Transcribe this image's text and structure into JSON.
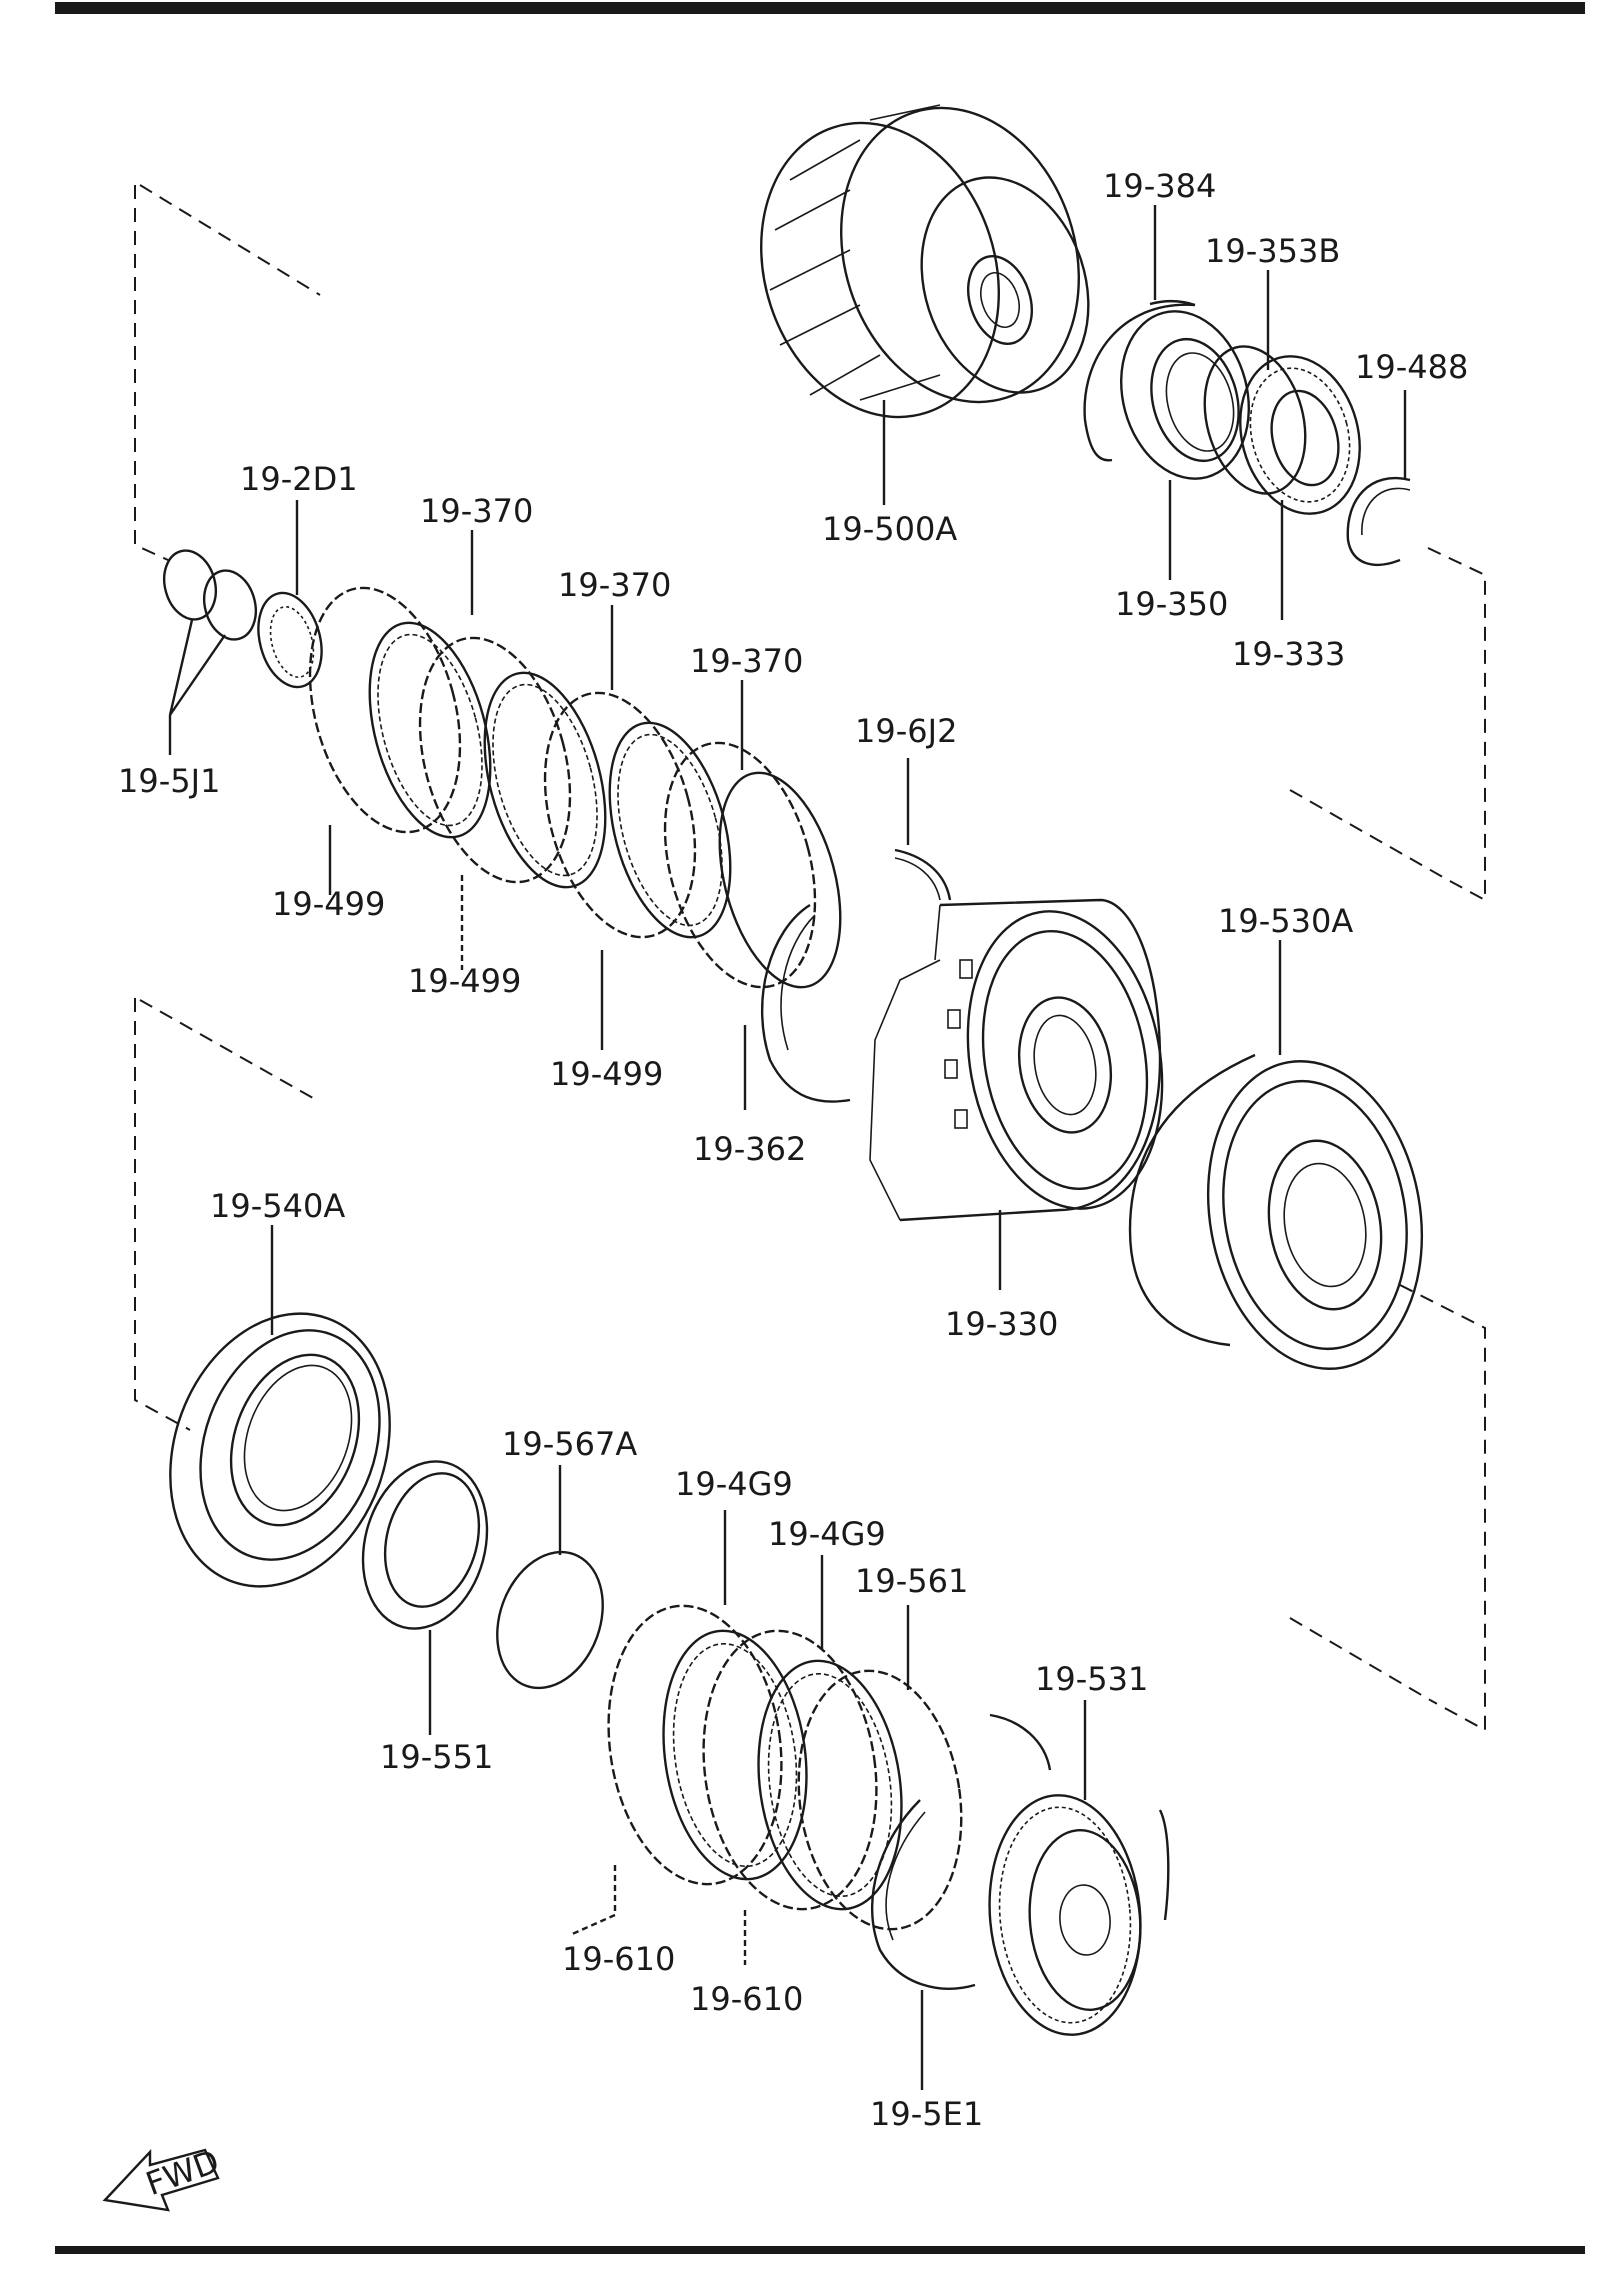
{
  "callouts": [
    {
      "id": "19-500A",
      "text": "19-500A"
    },
    {
      "id": "19-384",
      "text": "19-384"
    },
    {
      "id": "19-353B",
      "text": "19-353B"
    },
    {
      "id": "19-488",
      "text": "19-488"
    },
    {
      "id": "19-350",
      "text": "19-350"
    },
    {
      "id": "19-333",
      "text": "19-333"
    },
    {
      "id": "19-2D1",
      "text": "19-2D1"
    },
    {
      "id": "19-370a",
      "text": "19-370"
    },
    {
      "id": "19-370b",
      "text": "19-370"
    },
    {
      "id": "19-370c",
      "text": "19-370"
    },
    {
      "id": "19-6J2",
      "text": "19-6J2"
    },
    {
      "id": "19-5J1",
      "text": "19-5J1"
    },
    {
      "id": "19-499a",
      "text": "19-499"
    },
    {
      "id": "19-499b",
      "text": "19-499"
    },
    {
      "id": "19-499c",
      "text": "19-499"
    },
    {
      "id": "19-362",
      "text": "19-362"
    },
    {
      "id": "19-530A",
      "text": "19-530A"
    },
    {
      "id": "19-330",
      "text": "19-330"
    },
    {
      "id": "19-540A",
      "text": "19-540A"
    },
    {
      "id": "19-567A",
      "text": "19-567A"
    },
    {
      "id": "19-4G9a",
      "text": "19-4G9"
    },
    {
      "id": "19-4G9b",
      "text": "19-4G9"
    },
    {
      "id": "19-561",
      "text": "19-561"
    },
    {
      "id": "19-531",
      "text": "19-531"
    },
    {
      "id": "19-551",
      "text": "19-551"
    },
    {
      "id": "19-610a",
      "text": "19-610"
    },
    {
      "id": "19-610b",
      "text": "19-610"
    },
    {
      "id": "19-5E1",
      "text": "19-5E1"
    }
  ],
  "direction_marker": {
    "text": "FWD",
    "icon": "fwd-arrow-icon"
  }
}
